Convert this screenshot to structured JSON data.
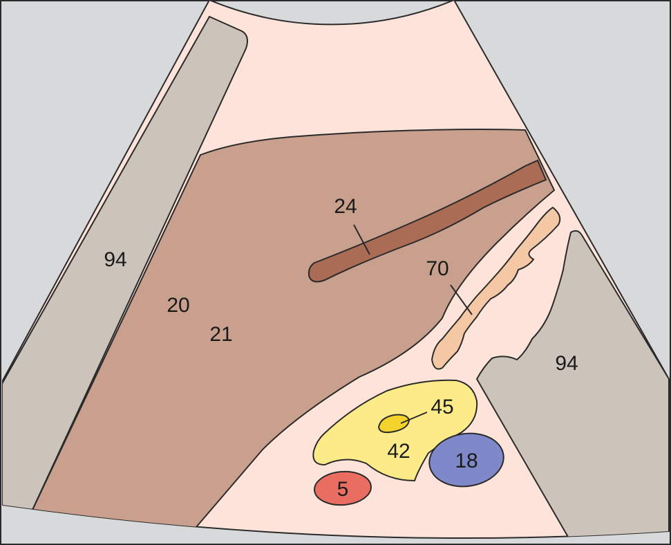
{
  "colors": {
    "background": "#d7d9db",
    "sector": "#fde3d9",
    "bone_gray": "#ccc3ba",
    "liver": "#c9a08d",
    "vessel": "#ab6c55",
    "peach": "#f4c7a5",
    "yellow": "#fdeb89",
    "yellow_dark": "#f3d32c",
    "blue": "#7f88c9",
    "red": "#ea6d61",
    "outline": "#2a2a2a"
  },
  "labels": {
    "l94a": "94",
    "l94b": "94",
    "l20": "20",
    "l21": "21",
    "l24": "24",
    "l70": "70",
    "l45": "45",
    "l42": "42",
    "l18": "18",
    "l5": "5"
  }
}
